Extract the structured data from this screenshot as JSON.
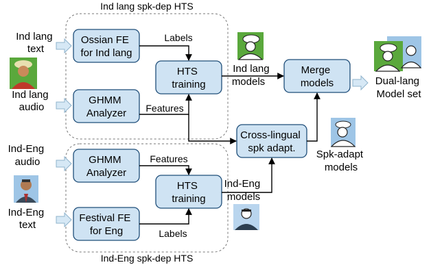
{
  "groups": {
    "ind": "Ind lang spk-dep HTS",
    "eng": "Ind-Eng spk-dep HTS"
  },
  "inputs": {
    "ind_text": [
      "Ind lang",
      "text"
    ],
    "ind_audio": [
      "Ind lang",
      "audio"
    ],
    "eng_audio": [
      "Ind-Eng",
      "audio"
    ],
    "eng_text": [
      "Ind-Eng",
      "text"
    ]
  },
  "nodes": {
    "ossian": [
      "Ossian FE",
      "for Ind lang"
    ],
    "ghmm_ind": [
      "GHMM",
      "Analyzer"
    ],
    "hts_ind": [
      "HTS",
      "training"
    ],
    "merge": [
      "Merge",
      "models"
    ],
    "crossling": [
      "Cross-lingual",
      "spk adapt."
    ],
    "ghmm_eng": [
      "GHMM",
      "Analyzer"
    ],
    "hts_eng": [
      "HTS",
      "training"
    ],
    "festival": [
      "Festival FE",
      "for Eng"
    ]
  },
  "edge_labels": {
    "labels_ind": "Labels",
    "features_ind": "Features",
    "features_eng": "Features",
    "labels_eng": "Labels",
    "ind_models": [
      "Ind lang",
      "models"
    ],
    "eng_models": [
      "Ind-Eng",
      "models"
    ]
  },
  "outputs": {
    "spk_adapt": [
      "Spk-adapt",
      "models"
    ],
    "dual": [
      "Dual-lang",
      "Model set"
    ]
  },
  "icons": [
    "indian-speaker-photo",
    "english-speaker-photo",
    "speaker-sketch-icon",
    "adapted-speaker-sketch-icon",
    "dual-speaker-sketch-icon"
  ]
}
